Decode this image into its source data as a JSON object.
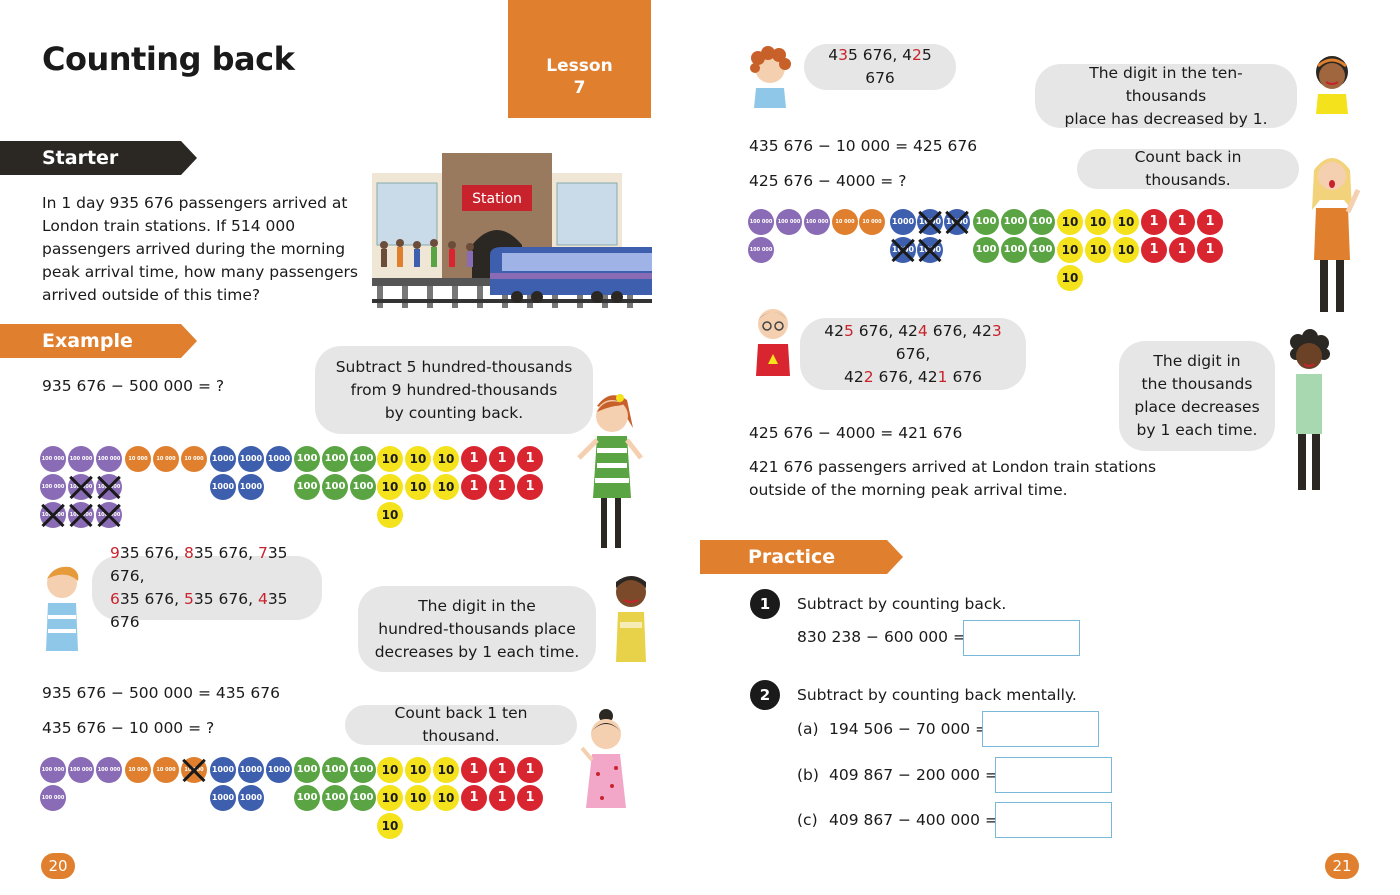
{
  "title": "Counting back",
  "lesson": {
    "label": "Lesson",
    "number": "7"
  },
  "starter": {
    "heading": "Starter",
    "lines": [
      "In 1 day 935 676 passengers arrived at",
      "London train stations. If 514 000",
      "passengers arrived during the morning",
      "peak arrival time, how many passengers",
      "arrived outside of this time?"
    ],
    "station_sign": "Station"
  },
  "example": {
    "heading": "Example",
    "eq1": "935 676 − 500 000 = ?",
    "bubble1": [
      "Subtract 5 hundred-thousands",
      "from 9 hundred-thousands",
      "by counting back."
    ],
    "bubble2": [
      [
        {
          "r": "9"
        },
        {
          "t": "35 676, "
        },
        {
          "r": "8"
        },
        {
          "t": "35 676, "
        },
        {
          "r": "7"
        },
        {
          "t": "35 676,"
        }
      ],
      [
        {
          "r": "6"
        },
        {
          "t": "35 676, "
        },
        {
          "r": "5"
        },
        {
          "t": "35 676, "
        },
        {
          "r": "4"
        },
        {
          "t": "35 676"
        }
      ]
    ],
    "bubble3": [
      "The digit in the",
      "hundred-thousands place",
      "decreases by 1 each time."
    ],
    "eq2": "935 676 − 500 000 = 435 676",
    "eq3": "435 676 − 10 000 = ?",
    "bubble4": "Count back 1 ten thousand."
  },
  "counters": {
    "c100k": "100 000",
    "c10k": "10 000",
    "c1k": "1000",
    "c100": "100",
    "c10": "10",
    "c1": "1"
  },
  "right": {
    "bubble1": [
      {
        "t": "4"
      },
      {
        "r": "3"
      },
      {
        "t": "5 676, 4"
      },
      {
        "r": "2"
      },
      {
        "t": "5 676"
      }
    ],
    "bubble2": [
      "The digit in the ten-thousands",
      "place has decreased by 1."
    ],
    "eq1": "435 676 − 10 000 = 425 676",
    "eq2": "425 676 − 4000 = ?",
    "bubble3": "Count back in thousands.",
    "bubble4": [
      [
        {
          "t": "42"
        },
        {
          "r": "5"
        },
        {
          "t": " 676, 42"
        },
        {
          "r": "4"
        },
        {
          "t": " 676, 42"
        },
        {
          "r": "3"
        },
        {
          "t": " 676,"
        }
      ],
      [
        {
          "t": "42"
        },
        {
          "r": "2"
        },
        {
          "t": " 676, 42"
        },
        {
          "r": "1"
        },
        {
          "t": " 676"
        }
      ]
    ],
    "bubble5": [
      "The digit in",
      "the thousands",
      "place decreases",
      "by 1 each time."
    ],
    "eq3": "425 676 − 4000 = 421 676",
    "conclusion": [
      "421 676 passengers arrived at London train stations",
      "outside of the morning peak arrival time."
    ]
  },
  "practice": {
    "heading": "Practice",
    "q1": {
      "num": "1",
      "instruction": "Subtract by counting back.",
      "eq": "830 238 − 600 000 ="
    },
    "q2": {
      "num": "2",
      "instruction": "Subtract by counting back mentally.",
      "parts": [
        {
          "label": "(a)",
          "eq": "194 506 − 70 000 ="
        },
        {
          "label": "(b)",
          "eq": "409 867 − 200 000 ="
        },
        {
          "label": "(c)",
          "eq": "409 867 − 400 000 ="
        }
      ]
    }
  },
  "page_left": "20",
  "page_right": "21",
  "colors": {
    "accent": "#e07f2d",
    "dark": "#2b2723",
    "bubble": "#e6e6e6",
    "red": "#c8232c",
    "box_border": "#7ab8d9"
  }
}
